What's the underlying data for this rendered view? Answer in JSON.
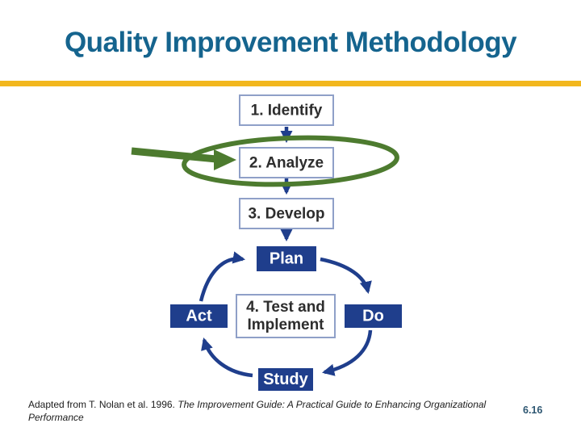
{
  "slide": {
    "title": "Quality Improvement Methodology",
    "page_number": "6.16"
  },
  "colors": {
    "title_text": "#15648e",
    "accent_bar": "#f2b71e",
    "diagram_navy": "#1f3e8c",
    "outlined_box_border": "#8fa0c8",
    "box_text": "#2d2d2d",
    "annotation_green": "#4d7b2f",
    "page_number": "#2d5671"
  },
  "diagram": {
    "steps": [
      {
        "label": "1. Identify"
      },
      {
        "label": "2. Analyze"
      },
      {
        "label": "3. Develop"
      }
    ],
    "center_box": {
      "line1": "4. Test and",
      "line2": "Implement"
    },
    "cycle": {
      "plan": "Plan",
      "do": "Do",
      "study": "Study",
      "act": "Act"
    },
    "annotation": "green oval and arrow highlighting step 2. Analyze"
  },
  "footer": {
    "citation_prefix": "Adapted from T. Nolan et al. 1996. ",
    "citation_title": "The Improvement Guide: A Practical Guide to Enhancing Organizational Performance"
  }
}
